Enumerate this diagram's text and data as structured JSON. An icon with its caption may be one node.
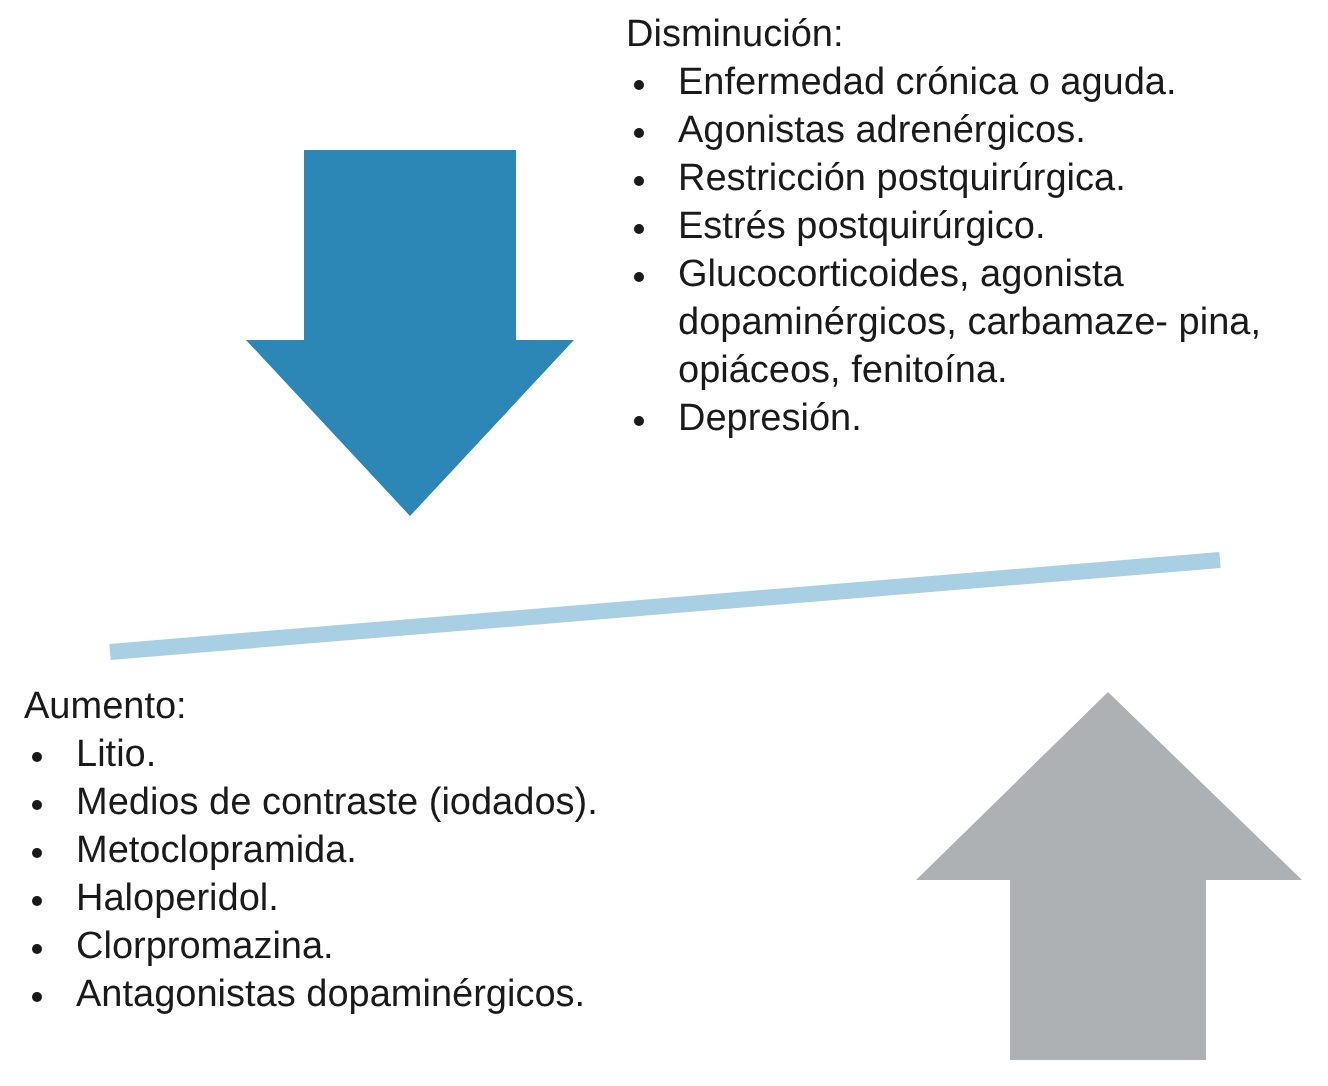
{
  "diagram": {
    "labels": [
      "Disminución:",
      "Enfermedad crónica o aguda.",
      "Agonistas adrenérgicos.",
      "Restricción postquirúrgica.",
      "Estrés postquirúrgico.",
      "Glucocorticoides, agonista dopaminérgicos, carbamaze- pina, opiáceos, fenitoína.",
      "Depresión.",
      "Aumento:",
      "Litio.",
      "Medios de contraste (iodados).",
      "Metoclopramida.",
      "Haloperidol.",
      "Clorpromazina.",
      "Antagonistas dopaminérgicos."
    ]
  }
}
